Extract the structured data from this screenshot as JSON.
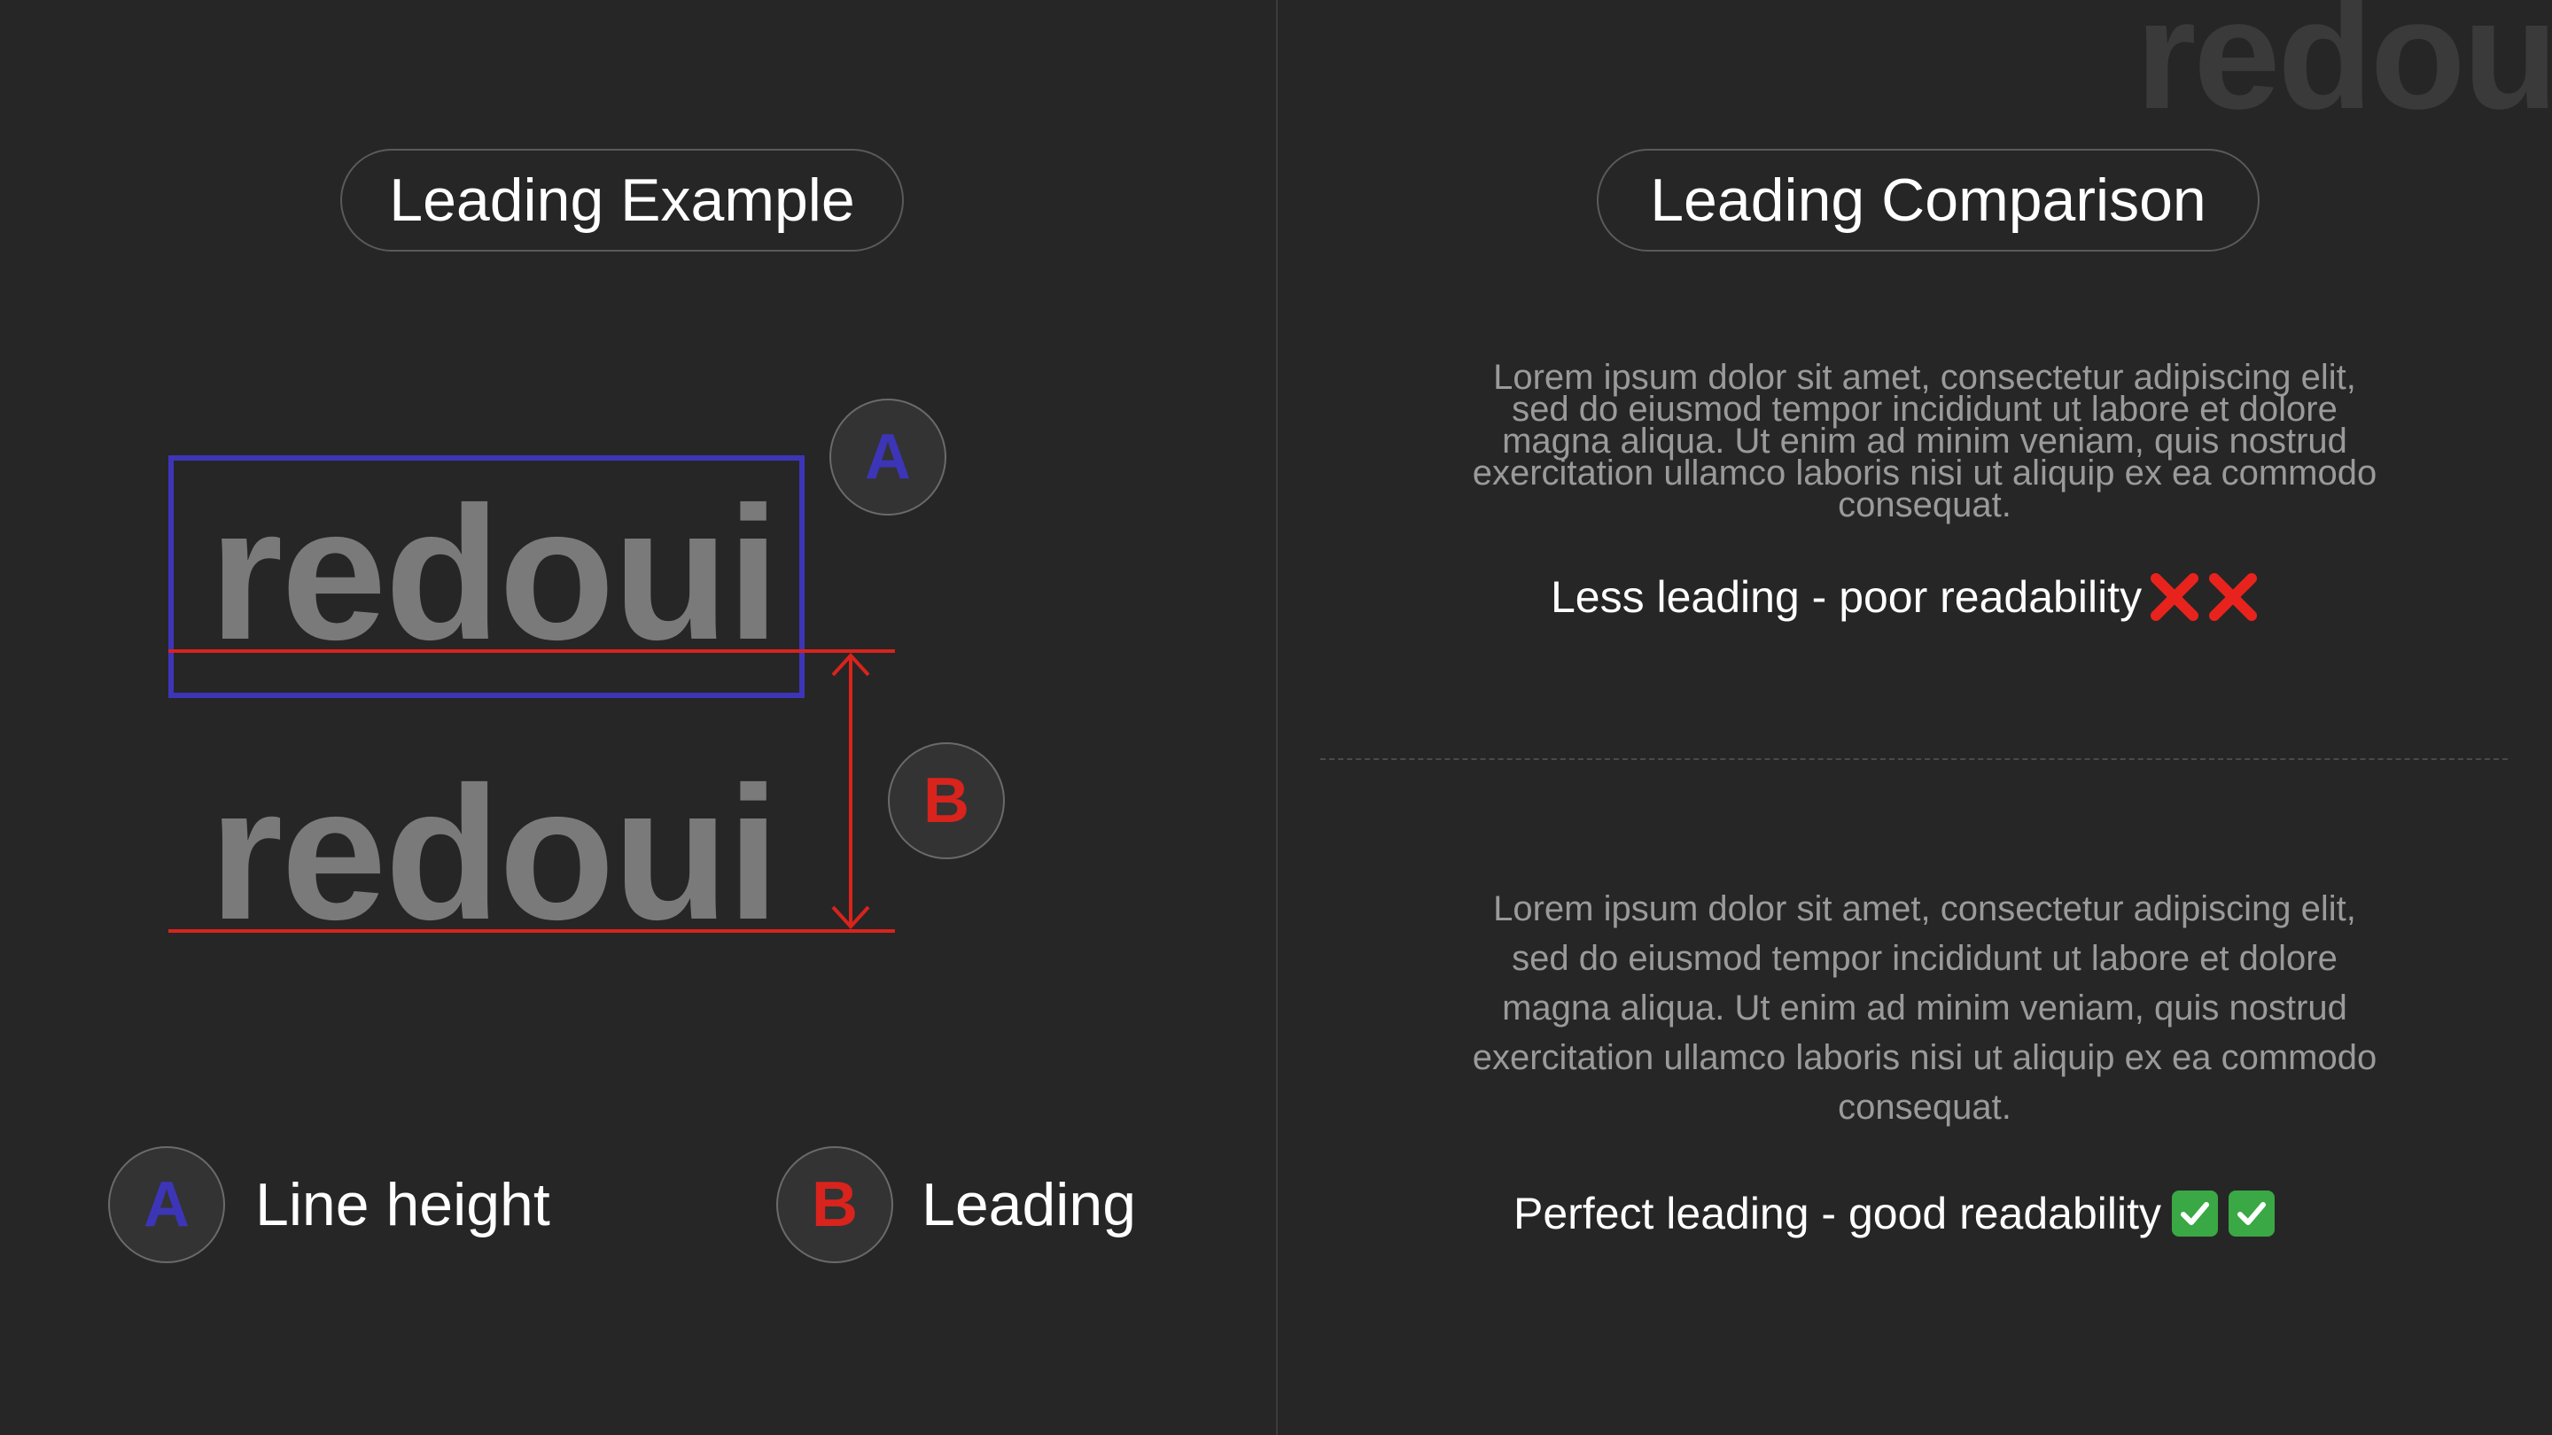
{
  "watermark": "redoui",
  "left": {
    "title": "Leading Example",
    "sample_word": "redoui",
    "badge_a": "A",
    "badge_b": "B",
    "legend": [
      {
        "badge": "A",
        "label": "Line height"
      },
      {
        "badge": "B",
        "label": "Leading"
      }
    ]
  },
  "right": {
    "title": "Leading Comparison",
    "lorem": "Lorem ipsum dolor sit amet, consectetur adipiscing elit, sed do eiusmod tempor incididunt ut labore et dolore magna aliqua. Ut enim ad minim veniam, quis nostrud exercitation ullamco laboris nisi ut aliquip ex ea commodo consequat.",
    "less_caption": "Less leading - poor readability",
    "perfect_caption": "Perfect leading - good readability",
    "less_icon": "cross-mark-icon",
    "perfect_icon": "check-mark-icon"
  },
  "colors": {
    "background": "#262626",
    "line_height_blue": "#3d35b8",
    "leading_red": "#d9231d",
    "sample_text": "#7a7a7a",
    "check_green": "#3aa845"
  }
}
